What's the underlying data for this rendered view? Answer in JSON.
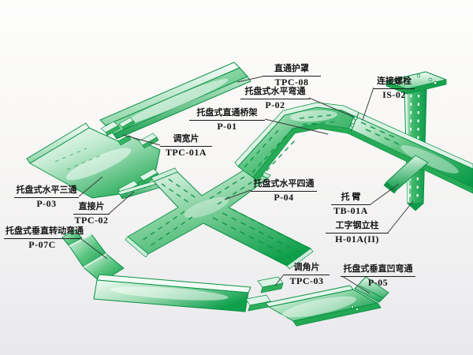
{
  "figure": {
    "type": "product-diagram",
    "description": "Exploded isometric illustration of a pallet-type (tray) cable bridge system, components rendered in green with Chinese part labels and leader lines",
    "accent_green": "#12a24c",
    "outline_green": "#0a9145",
    "label_text_color": "#141414",
    "background": "#f7f6f4"
  },
  "labels": [
    {
      "part": "straight-cover",
      "name": "直通护罩",
      "code": "TPC-08"
    },
    {
      "part": "horizontal-elbow",
      "name": "托盘式水平弯通",
      "code": "P-02"
    },
    {
      "part": "straight-tray",
      "name": "托盘式直通桥架",
      "code": "P-01"
    },
    {
      "part": "connecting-bolt",
      "name": "连接螺栓",
      "code": "IS-02"
    },
    {
      "part": "width-adjust-piece",
      "name": "调宽片",
      "code": "TPC-01A"
    },
    {
      "part": "horizontal-tee",
      "name": "托盘式水平三通",
      "code": "P-03"
    },
    {
      "part": "connecting-piece",
      "name": "直接片",
      "code": "TPC-02"
    },
    {
      "part": "horizontal-cross",
      "name": "托盘式水平四通",
      "code": "P-04"
    },
    {
      "part": "cantilever-arm",
      "name": "托 臂",
      "code": "TB-01A"
    },
    {
      "part": "i-beam-column",
      "name": "工字钢立柱",
      "code": "H-01A(II)"
    },
    {
      "part": "vertical-articulating-elbow",
      "name": "托盘式垂直转动弯通",
      "code": "P-07C"
    },
    {
      "part": "angle-adjust-piece",
      "name": "调角片",
      "code": "TPC-03"
    },
    {
      "part": "vertical-inside-elbow",
      "name": "托盘式垂直凹弯通",
      "code": "P-05"
    }
  ]
}
